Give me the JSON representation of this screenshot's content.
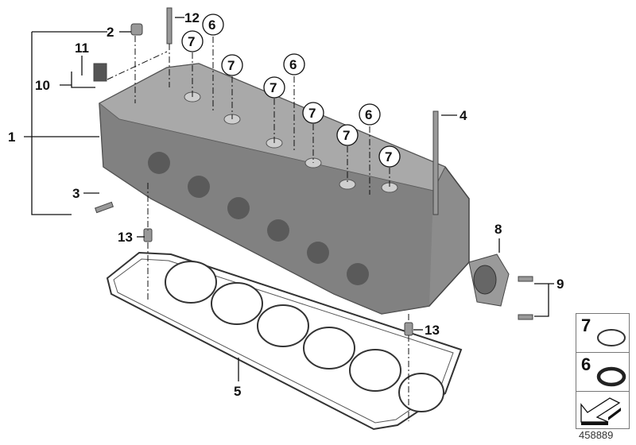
{
  "diagram": {
    "callouts": {
      "c1": "1",
      "c2": "2",
      "c3": "3",
      "c4": "4",
      "c5": "5",
      "c8": "8",
      "c9": "9",
      "c10": "10",
      "c11": "11",
      "c12": "12",
      "c13a": "13",
      "c13b": "13"
    },
    "circled": {
      "six": [
        "6",
        "6",
        "6"
      ],
      "seven": [
        "7",
        "7",
        "7",
        "7",
        "7",
        "7"
      ]
    },
    "legend": {
      "items": [
        {
          "number": "7",
          "icon": "o-ring-thin-icon"
        },
        {
          "number": "6",
          "icon": "o-ring-thick-icon"
        },
        {
          "number": "",
          "icon": "arrow-down-left-icon"
        }
      ],
      "diagram_id": "458889"
    },
    "colors": {
      "part": "#8c8c8c",
      "part_dark": "#5a5a5a",
      "line": "#111111"
    }
  }
}
